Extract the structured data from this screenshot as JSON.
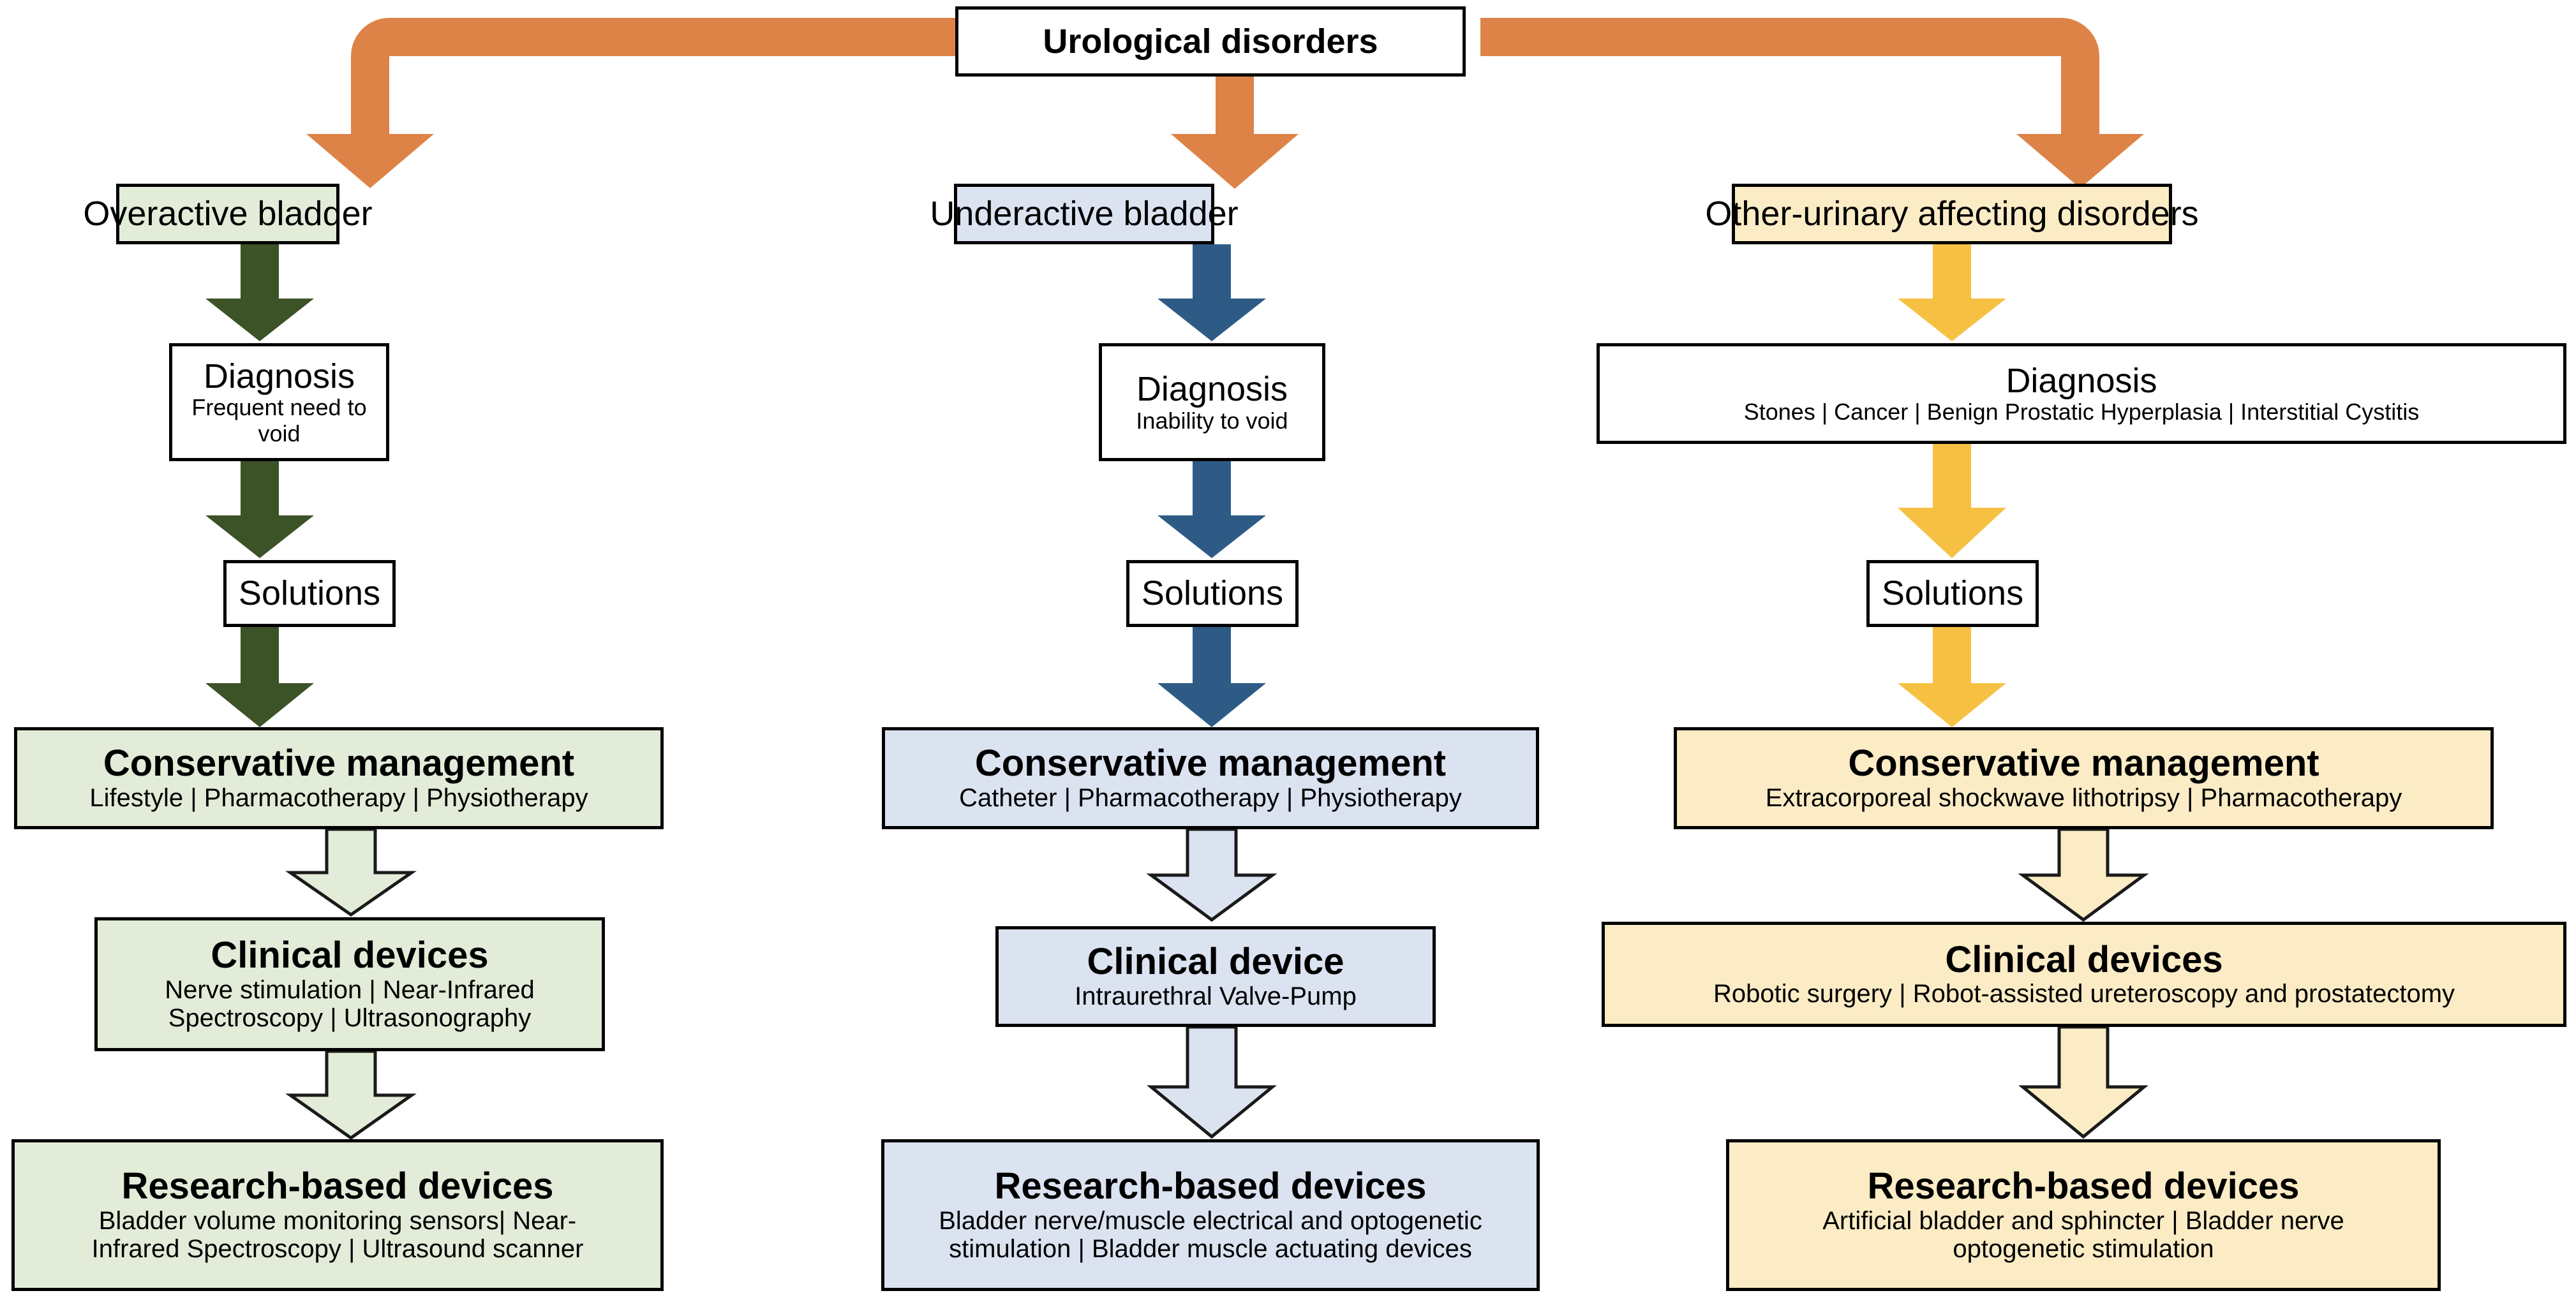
{
  "diagram": {
    "title": "Urological disorders",
    "root": {
      "label": "Urological disorders"
    },
    "colors": {
      "root_connector": "#DD8347",
      "column1_accent": "#3C5227",
      "column2_accent": "#2E5B86",
      "column3_accent": "#F6C143",
      "column1_tint": "#E2ECD8",
      "column2_tint": "#DBE2F0",
      "column3_tint": "#FBECC5",
      "outline": "#000000",
      "background": "#FFFFFF"
    },
    "columns": [
      {
        "id": "overactive-bladder",
        "header": "Overactive bladder",
        "diagnosis": {
          "title": "Diagnosis",
          "detail": "Frequent need to void"
        },
        "solutions": {
          "title": "Solutions"
        },
        "conservative": {
          "title": "Conservative management",
          "detail": "Lifestyle | Pharmacotherapy | Physiotherapy"
        },
        "clinical": {
          "title": "Clinical devices",
          "detail_line1": "Nerve stimulation | Near-Infrared",
          "detail_line2": "Spectroscopy | Ultrasonography"
        },
        "research": {
          "title": "Research-based devices",
          "detail_line1": "Bladder volume monitoring sensors| Near-",
          "detail_line2": "Infrared Spectroscopy | Ultrasound scanner"
        }
      },
      {
        "id": "underactive-bladder",
        "header": "Underactive bladder",
        "diagnosis": {
          "title": "Diagnosis",
          "detail": "Inability to void"
        },
        "solutions": {
          "title": "Solutions"
        },
        "conservative": {
          "title": "Conservative management",
          "detail": "Catheter | Pharmacotherapy | Physiotherapy"
        },
        "clinical": {
          "title": "Clinical device",
          "detail_line1": "Intraurethral Valve-Pump",
          "detail_line2": ""
        },
        "research": {
          "title": "Research-based devices",
          "detail_line1": "Bladder nerve/muscle electrical and optogenetic",
          "detail_line2": "stimulation | Bladder muscle actuating devices"
        }
      },
      {
        "id": "other-urinary-affecting-disorders",
        "header": "Other-urinary affecting disorders",
        "diagnosis": {
          "title": "Diagnosis",
          "detail": "Stones | Cancer | Benign Prostatic Hyperplasia | Interstitial Cystitis"
        },
        "solutions": {
          "title": "Solutions"
        },
        "conservative": {
          "title": "Conservative management",
          "detail": "Extracorporeal shockwave lithotripsy | Pharmacotherapy"
        },
        "clinical": {
          "title": "Clinical devices",
          "detail_line1": "Robotic surgery | Robot-assisted ureteroscopy and prostatectomy",
          "detail_line2": ""
        },
        "research": {
          "title": "Research-based devices",
          "detail_line1": "Artificial bladder and sphincter | Bladder nerve",
          "detail_line2": "optogenetic stimulation"
        }
      }
    ]
  }
}
